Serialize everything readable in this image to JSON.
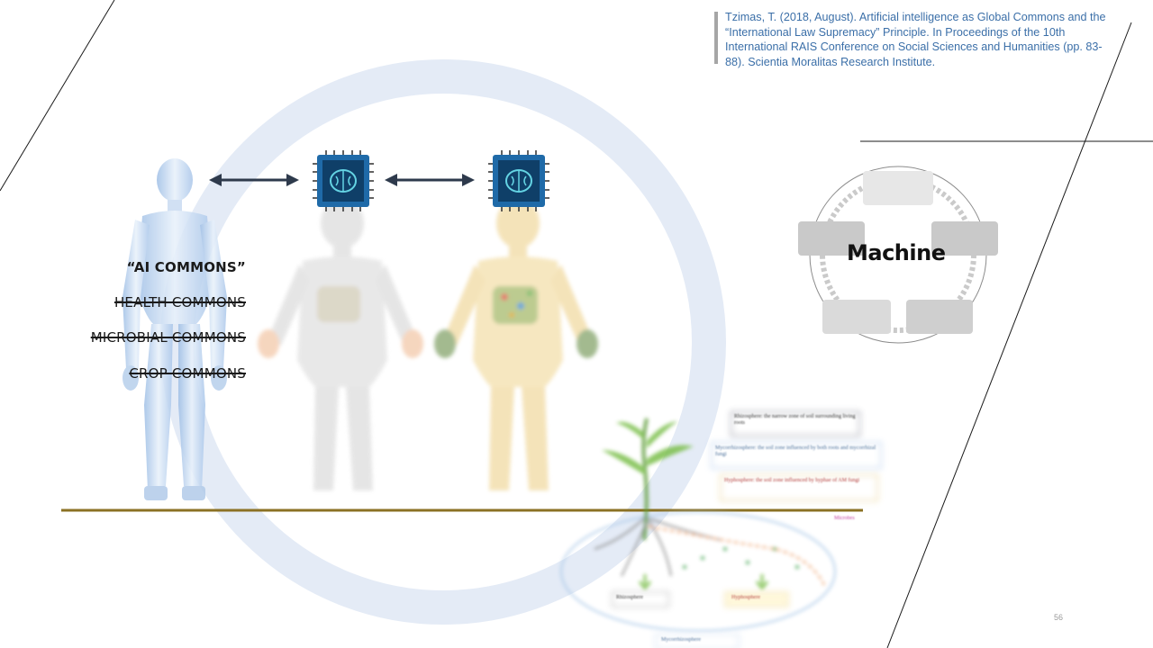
{
  "citation": {
    "text": "Tzimas, T. (2018, August). Artificial intelligence as Global Commons and the “International Law Supremacy” Principle. In Proceedings of the 10th International RAIS Conference on Social Sciences and Humanities (pp. 83-88). Scientia Moralitas Research Institute."
  },
  "commons": {
    "ai": "“AI COMMONS”",
    "health": "HEALTH COMMONS",
    "microbial": "MICROBIAL COMMONS",
    "crop": "CROP COMMONS"
  },
  "machine": {
    "label": "Machine"
  },
  "plant_diagram": {
    "rhizosphere": "Rhizosphere: the narrow zone of soil surrounding living roots",
    "mycorrhizosphere": "Mycorrhizosphere: the soil zone influenced by both roots and mycorrhizal fungi",
    "hyphosphere": "Hyphosphere: the soil zone influenced by hyphae of AM fungi",
    "microbes": "Microbes",
    "tag_rhizosphere": "Rhizosphere",
    "tag_hyphosphere": "Hyphosphere",
    "tag_mycorrhizosphere": "Mycorrhizosphere"
  },
  "page": {
    "number": "56"
  },
  "colors": {
    "citation": "#3b6fa8",
    "ring": "#e4ebf6",
    "ground_line": "#8b7124",
    "arrow": "#2e3a4c",
    "chip_blue": "#1f6aa8",
    "robot": "#b9d0ec",
    "body_gray": "#e6e6e6",
    "body_yellow": "#f6e6bd"
  },
  "icons": [
    "robot-figure",
    "human-body-gray",
    "human-body-yellow",
    "ai-chip-icon",
    "double-arrow-icon",
    "plant-root-diagram",
    "machine-cycle-icon"
  ]
}
